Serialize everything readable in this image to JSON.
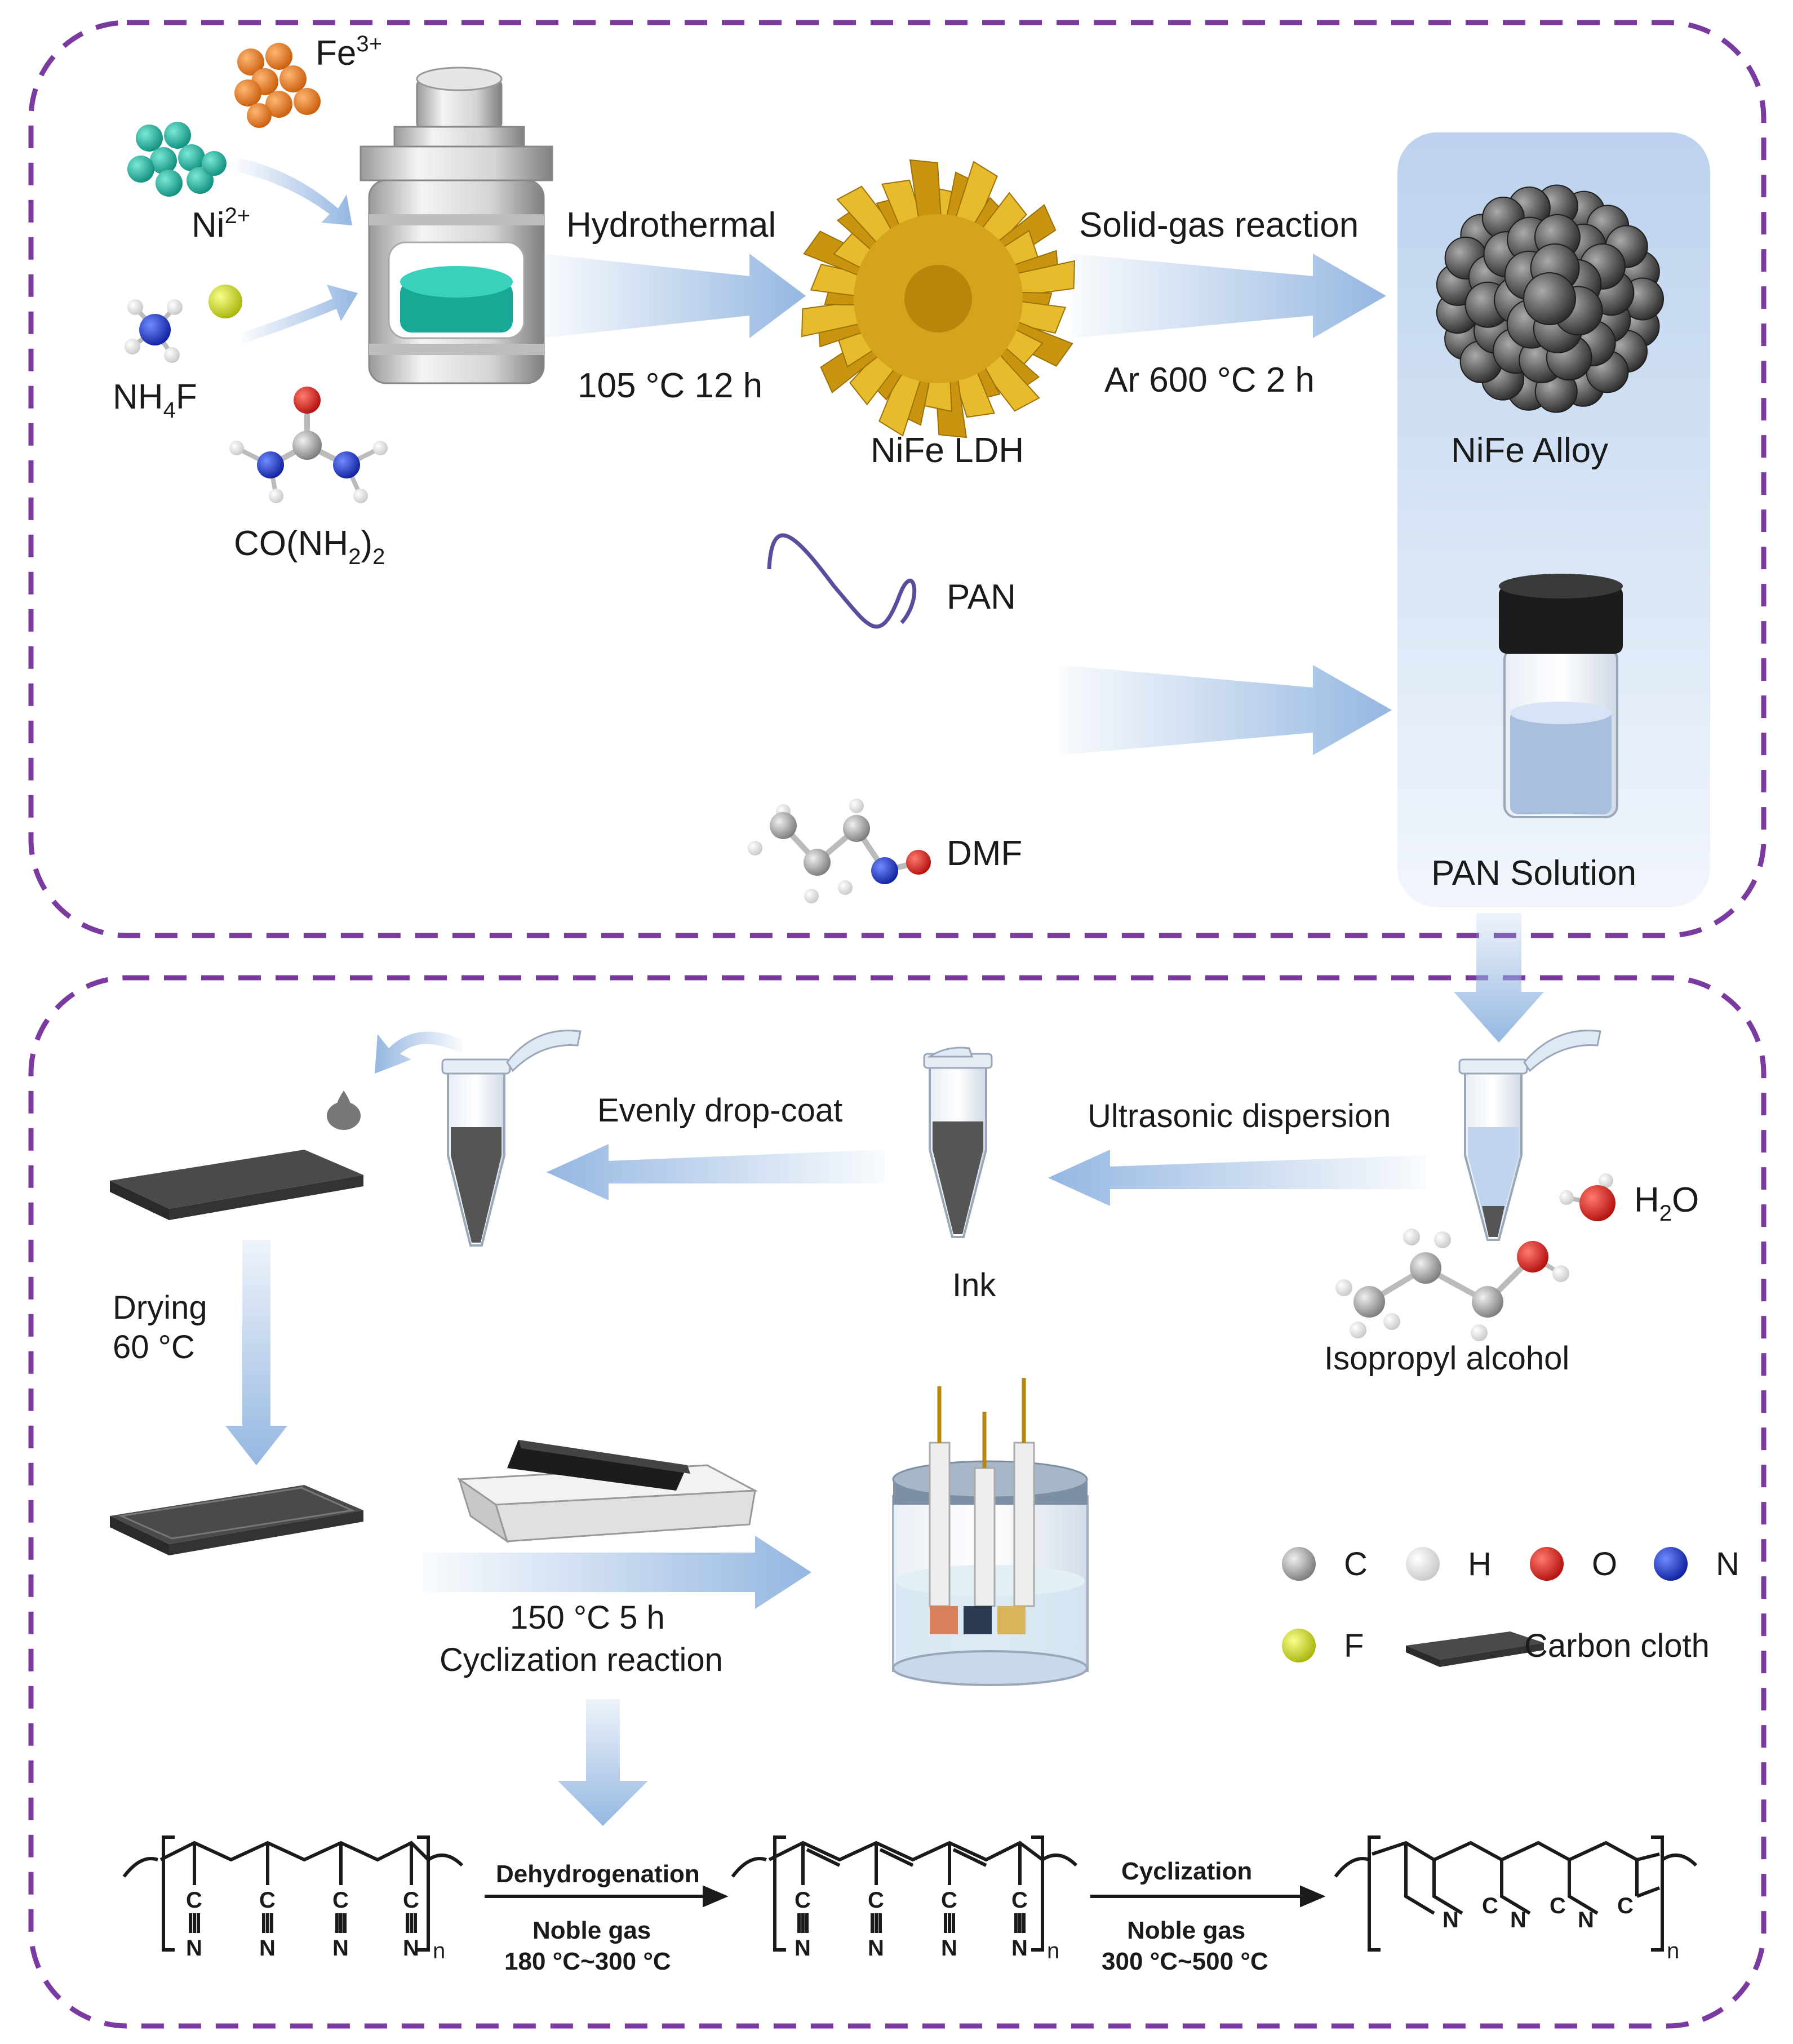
{
  "top_panel": {
    "reagents": {
      "fe_ion": {
        "base": "Fe",
        "sup": "3+"
      },
      "ni_ion": {
        "base": "Ni",
        "sup": "2+"
      },
      "ammonium_fluoride": {
        "a": "NH",
        "sub": "4",
        "b": "F"
      },
      "urea": {
        "a": "CO(NH",
        "sub": "2",
        "b": ")",
        "sub2": "2"
      }
    },
    "step1": {
      "label": "Hydrothermal",
      "conditions": "105 °C   12 h"
    },
    "step2": {
      "label": "Solid-gas reaction",
      "conditions": "Ar    600 °C    2 h"
    },
    "products": {
      "ldh": "NiFe LDH",
      "alloy": "NiFe Alloy",
      "solution": "PAN Solution"
    },
    "polymer": "PAN",
    "solvent": "DMF"
  },
  "bottom_panel": {
    "ultrasonic": "Ultrasonic dispersion",
    "dropcoat": "Evenly drop-coat",
    "ink": "Ink",
    "water": {
      "a": "H",
      "sub": "2",
      "b": "O"
    },
    "isopropanol": "Isopropyl alcohol",
    "drying": {
      "line1": "Drying",
      "line2": "60 °C"
    },
    "cyclization_step": {
      "line1": "150 °C  5 h",
      "line2": "Cyclization reaction"
    },
    "legend": {
      "c": "C",
      "h": "H",
      "o": "O",
      "n": "N",
      "f": "F",
      "carbon_cloth": "Carbon cloth"
    },
    "reaction": {
      "step1_top": "Dehydrogenation",
      "step1_bottom1": "Noble gas",
      "step1_bottom2": "180 °C~300 °C",
      "step2_top": "Cyclization",
      "step2_bottom1": "Noble gas",
      "step2_bottom2": "300 °C~500 °C",
      "atom_c": "C",
      "atom_n": "N",
      "repeat": "n"
    }
  },
  "colors": {
    "border": "#7b3aa0",
    "arrow": "#8fb3e0",
    "ldh": "#d4a51c",
    "alloy": "#4a4a4a",
    "teal": "#1fb39f",
    "orange": "#e67e22",
    "n_atom": "#1f3fd6",
    "o_atom": "#e0201e",
    "f_atom": "#d8e61a"
  }
}
